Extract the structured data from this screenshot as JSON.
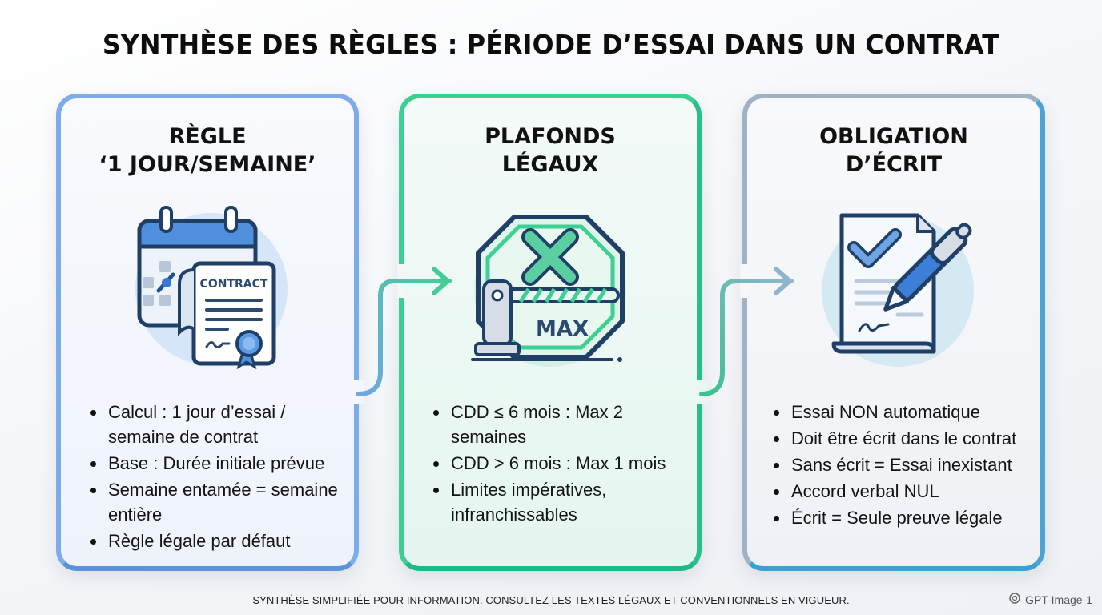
{
  "title": "SYNTHÈSE DES RÈGLES : PÉRIODE D’ESSAI DANS UN CONTRAT",
  "cards": [
    {
      "heading_line1": "RÈGLE",
      "heading_line2": "‘1 JOUR/SEMAINE’",
      "icon": "calendar-contract-icon",
      "icon_text": "CONTRACT",
      "accent": "#7eacea",
      "bullets": [
        "Calcul : 1 jour d’essai / semaine de contrat",
        "Base : Durée initiale prévue",
        "Semaine entamée = semaine entière",
        "Règle légale par défaut"
      ]
    },
    {
      "heading_line1": "PLAFONDS",
      "heading_line2": "LÉGAUX",
      "icon": "max-barrier-icon",
      "icon_text": "MAX",
      "accent": "#3ccf92",
      "bullets": [
        "CDD ≤ 6 mois : Max 2 semaines",
        "CDD > 6 mois : Max 1 mois",
        "Limites impératives, infranchissables"
      ]
    },
    {
      "heading_line1": "OBLIGATION",
      "heading_line2": "D’ÉCRIT",
      "icon": "signed-document-pen-icon",
      "accent": "#4aa4d6",
      "bullets": [
        "Essai NON automatique",
        "Doit être écrit dans le contrat",
        "Sans écrit = Essai inexistant",
        "Accord verbal NUL",
        "Écrit = Seule preuve légale"
      ]
    }
  ],
  "footer": "SYNTHÈSE SIMPLIFIÉE POUR INFORMATION. CONSULTEZ LES TEXTES LÉGAUX ET CONVENTIONNELS EN VIGUEUR.",
  "watermark": "GPT-Image-1"
}
